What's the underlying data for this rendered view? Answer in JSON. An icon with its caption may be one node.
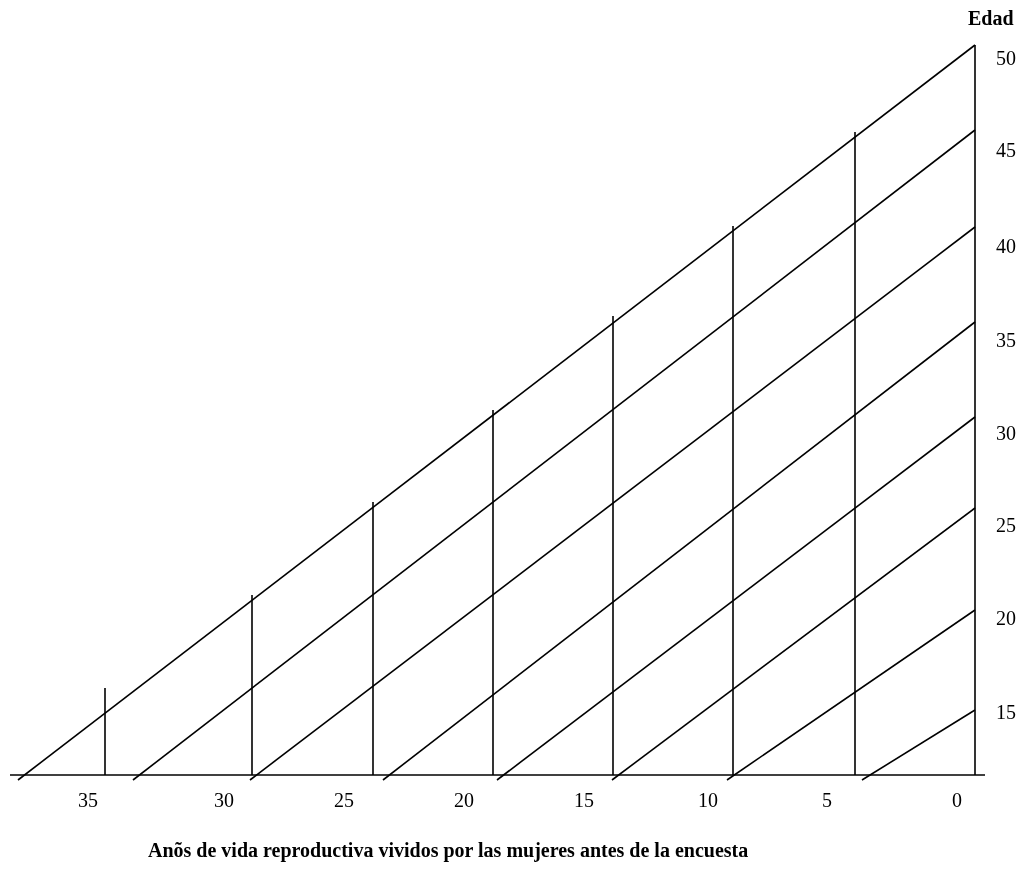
{
  "diagram": {
    "caption": "Anõs de vida reproductiva vividos por las mujeres antes de la encuesta",
    "labels": [
      "Edad",
      "50",
      "45",
      "40",
      "35",
      "30",
      "25",
      "20",
      "15",
      "35",
      "30",
      "25",
      "20",
      "15",
      "10",
      "5",
      "0"
    ]
  }
}
